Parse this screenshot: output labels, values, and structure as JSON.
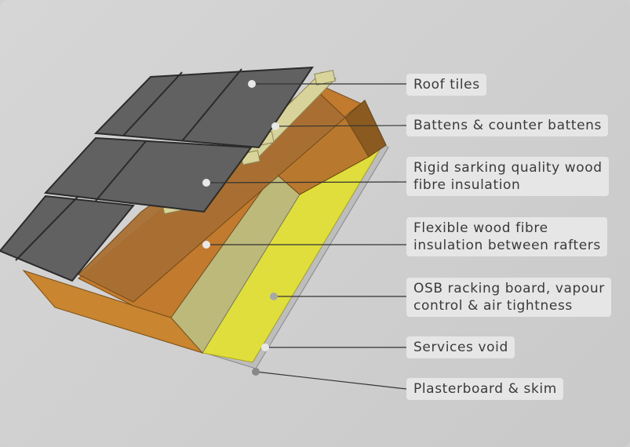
{
  "labels": [
    {
      "id": "roof-tiles",
      "lines": [
        "Roof tiles"
      ]
    },
    {
      "id": "battens",
      "lines": [
        "Battens & counter battens"
      ]
    },
    {
      "id": "rigid-sarking",
      "lines": [
        "Rigid sarking quality wood",
        "fibre insulation"
      ]
    },
    {
      "id": "flexible-wood-fibre",
      "lines": [
        "Flexible wood fibre",
        "insulation between rafters"
      ]
    },
    {
      "id": "osb-board",
      "lines": [
        "OSB racking board, vapour",
        "control & air tightness"
      ]
    },
    {
      "id": "services-void",
      "lines": [
        "Services void"
      ]
    },
    {
      "id": "plasterboard",
      "lines": [
        "Plasterboard & skim"
      ]
    }
  ],
  "colors": {
    "tile": "#616161",
    "tile_edge": "#2b2b2b",
    "timber": "#c78a3a",
    "timber_dark": "#9a6526",
    "sarking": "#b07a3a",
    "batten": "#d9d49a",
    "osb": "#dede3a",
    "plaster": "#bdbdbd",
    "leader": "#333333",
    "dot": "#e8e8e8"
  }
}
